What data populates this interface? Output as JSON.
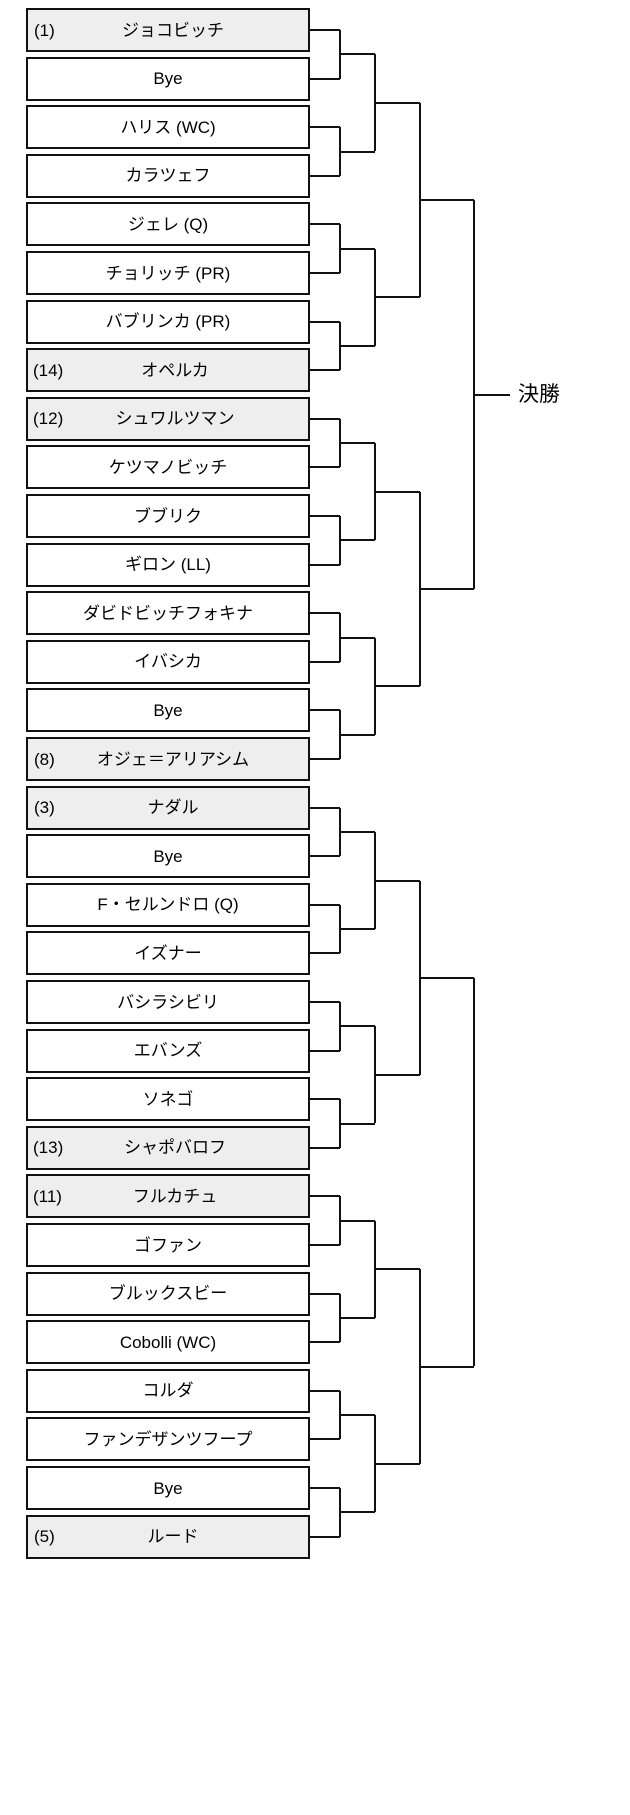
{
  "bracket": {
    "final_label": "決勝",
    "colors": {
      "line": "#111111",
      "seed_fill": "#eeeeee",
      "background": "#ffffff"
    },
    "slots": [
      {
        "seed": "(1)",
        "name": "ジョコビッチ",
        "seeded": true
      },
      {
        "seed": "",
        "name": "Bye",
        "seeded": false
      },
      {
        "seed": "",
        "name": "ハリス (WC)",
        "seeded": false
      },
      {
        "seed": "",
        "name": "カラツェフ",
        "seeded": false
      },
      {
        "seed": "",
        "name": "ジェレ (Q)",
        "seeded": false
      },
      {
        "seed": "",
        "name": "チョリッチ (PR)",
        "seeded": false
      },
      {
        "seed": "",
        "name": "バブリンカ (PR)",
        "seeded": false
      },
      {
        "seed": "(14)",
        "name": "オペルカ",
        "seeded": true
      },
      {
        "seed": "(12)",
        "name": "シュワルツマン",
        "seeded": true
      },
      {
        "seed": "",
        "name": "ケツマノビッチ",
        "seeded": false
      },
      {
        "seed": "",
        "name": "ブブリク",
        "seeded": false
      },
      {
        "seed": "",
        "name": "ギロン (LL)",
        "seeded": false
      },
      {
        "seed": "",
        "name": "ダビドビッチフォキナ",
        "seeded": false
      },
      {
        "seed": "",
        "name": "イバシカ",
        "seeded": false
      },
      {
        "seed": "",
        "name": "Bye",
        "seeded": false
      },
      {
        "seed": "(8)",
        "name": "オジェ＝アリアシム",
        "seeded": true
      },
      {
        "seed": "(3)",
        "name": "ナダル",
        "seeded": true
      },
      {
        "seed": "",
        "name": "Bye",
        "seeded": false
      },
      {
        "seed": "",
        "name": "F・セルンドロ (Q)",
        "seeded": false
      },
      {
        "seed": "",
        "name": "イズナー",
        "seeded": false
      },
      {
        "seed": "",
        "name": "バシラシビリ",
        "seeded": false
      },
      {
        "seed": "",
        "name": "エバンズ",
        "seeded": false
      },
      {
        "seed": "",
        "name": "ソネゴ",
        "seeded": false
      },
      {
        "seed": "(13)",
        "name": "シャポバロフ",
        "seeded": true
      },
      {
        "seed": "(11)",
        "name": "フルカチュ",
        "seeded": true
      },
      {
        "seed": "",
        "name": "ゴファン",
        "seeded": false
      },
      {
        "seed": "",
        "name": "ブルックスビー",
        "seeded": false
      },
      {
        "seed": "",
        "name": "Cobolli (WC)",
        "seeded": false
      },
      {
        "seed": "",
        "name": "コルダ",
        "seeded": false
      },
      {
        "seed": "",
        "name": "ファンデザンツフープ",
        "seeded": false
      },
      {
        "seed": "",
        "name": "Bye",
        "seeded": false
      },
      {
        "seed": "(5)",
        "name": "ルード",
        "seeded": true
      }
    ]
  }
}
